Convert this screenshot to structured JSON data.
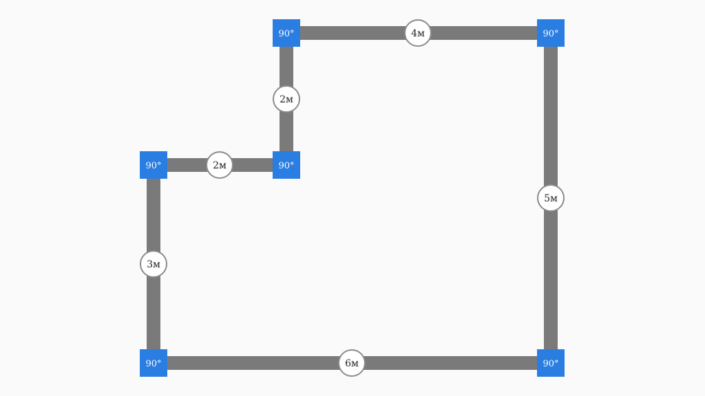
{
  "colors": {
    "background": "#fafafa",
    "wall": "#7a7a7a",
    "corner": "#2a7de1",
    "corner_text": "#ffffff",
    "label_fill": "#ffffff",
    "label_stroke": "#8a8a8a",
    "label_text": "#222222"
  },
  "corners": [
    {
      "id": "c1",
      "label": "90°"
    },
    {
      "id": "c2",
      "label": "90°"
    },
    {
      "id": "c3",
      "label": "90°"
    },
    {
      "id": "c4",
      "label": "90°"
    },
    {
      "id": "c5",
      "label": "90°"
    },
    {
      "id": "c6",
      "label": "90°"
    }
  ],
  "walls": [
    {
      "id": "w-top",
      "label": "4м"
    },
    {
      "id": "w-right",
      "label": "5м"
    },
    {
      "id": "w-bottom",
      "label": "6м"
    },
    {
      "id": "w-left",
      "label": "3м"
    },
    {
      "id": "w-step-horizontal",
      "label": "2м"
    },
    {
      "id": "w-step-vertical",
      "label": "2м"
    }
  ]
}
